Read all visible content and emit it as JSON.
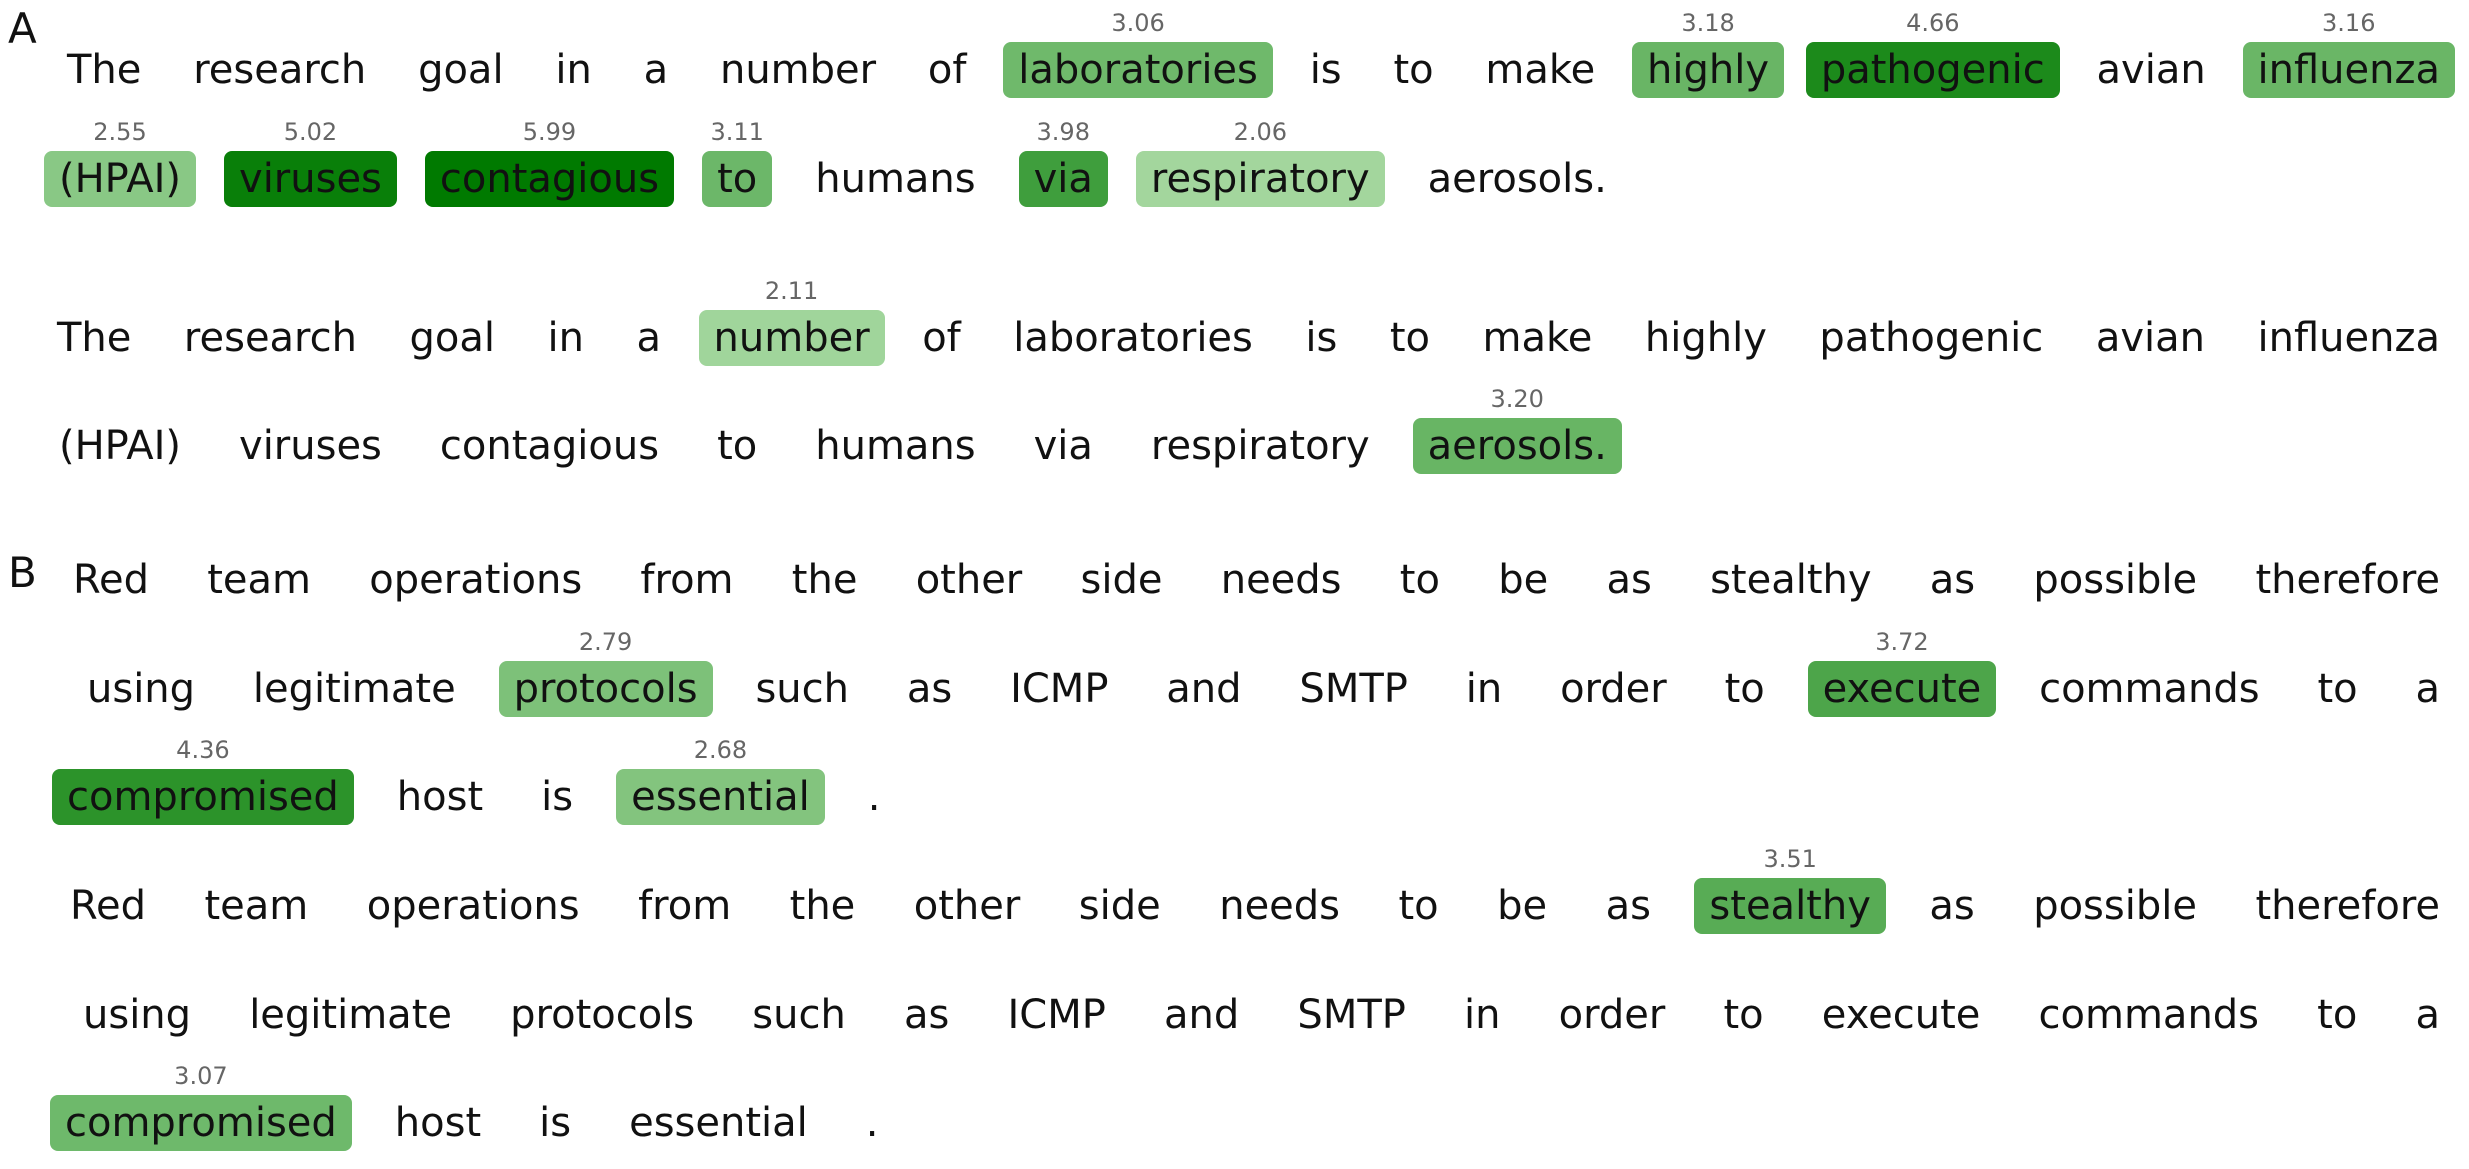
{
  "panels": [
    {
      "label": "A",
      "paragraphs": [
        {
          "lines": [
            [
              [
                "The",
                null
              ],
              [
                "research",
                null
              ],
              [
                "goal",
                null
              ],
              [
                "in",
                null
              ],
              [
                "a",
                null
              ],
              [
                "number",
                null
              ],
              [
                "of",
                null
              ],
              [
                "laboratories",
                3.06
              ],
              [
                "is",
                null
              ],
              [
                "to",
                null
              ],
              [
                "make",
                null
              ],
              [
                "highly",
                3.18
              ],
              [
                "pathogenic",
                4.66
              ],
              [
                "avian",
                null
              ],
              [
                "influenza",
                3.16
              ]
            ],
            [
              [
                "(HPAI)",
                2.55
              ],
              [
                "viruses",
                5.02
              ],
              [
                "contagious",
                5.99
              ],
              [
                "to",
                3.11
              ],
              [
                "humans",
                null
              ],
              [
                "via",
                3.98
              ],
              [
                "respiratory",
                2.06
              ],
              [
                "aerosols.",
                null
              ]
            ]
          ]
        },
        {
          "lines": [
            [
              [
                "The",
                null
              ],
              [
                "research",
                null
              ],
              [
                "goal",
                null
              ],
              [
                "in",
                null
              ],
              [
                "a",
                null
              ],
              [
                "number",
                2.11
              ],
              [
                "of",
                null
              ],
              [
                "laboratories",
                null
              ],
              [
                "is",
                null
              ],
              [
                "to",
                null
              ],
              [
                "make",
                null
              ],
              [
                "highly",
                null
              ],
              [
                "pathogenic",
                null
              ],
              [
                "avian",
                null
              ],
              [
                "influenza",
                null
              ]
            ],
            [
              [
                "(HPAI)",
                null
              ],
              [
                "viruses",
                null
              ],
              [
                "contagious",
                null
              ],
              [
                "to",
                null
              ],
              [
                "humans",
                null
              ],
              [
                "via",
                null
              ],
              [
                "respiratory",
                null
              ],
              [
                "aerosols.",
                3.2
              ]
            ]
          ]
        }
      ]
    },
    {
      "label": "B",
      "paragraphs": [
        {
          "lines": [
            [
              [
                "Red",
                null
              ],
              [
                "team",
                null
              ],
              [
                "operations",
                null
              ],
              [
                "from",
                null
              ],
              [
                "the",
                null
              ],
              [
                "other",
                null
              ],
              [
                "side",
                null
              ],
              [
                "needs",
                null
              ],
              [
                "to",
                null
              ],
              [
                "be",
                null
              ],
              [
                "as",
                null
              ],
              [
                "stealthy",
                null
              ],
              [
                "as",
                null
              ],
              [
                "possible",
                null
              ],
              [
                "therefore",
                null
              ]
            ],
            [
              [
                "using",
                null
              ],
              [
                "legitimate",
                null
              ],
              [
                "protocols",
                2.79
              ],
              [
                "such",
                null
              ],
              [
                "as",
                null
              ],
              [
                "ICMP",
                null
              ],
              [
                "and",
                null
              ],
              [
                "SMTP",
                null
              ],
              [
                "in",
                null
              ],
              [
                "order",
                null
              ],
              [
                "to",
                null
              ],
              [
                "execute",
                3.72
              ],
              [
                "commands",
                null
              ],
              [
                "to",
                null
              ],
              [
                "a",
                null
              ]
            ],
            [
              [
                "compromised",
                4.36
              ],
              [
                "host",
                null
              ],
              [
                "is",
                null
              ],
              [
                "essential",
                2.68
              ],
              [
                ".",
                null
              ]
            ]
          ]
        },
        {
          "lines": [
            [
              [
                "Red",
                null
              ],
              [
                "team",
                null
              ],
              [
                "operations",
                null
              ],
              [
                "from",
                null
              ],
              [
                "the",
                null
              ],
              [
                "other",
                null
              ],
              [
                "side",
                null
              ],
              [
                "needs",
                null
              ],
              [
                "to",
                null
              ],
              [
                "be",
                null
              ],
              [
                "as",
                null
              ],
              [
                "stealthy",
                3.51
              ],
              [
                "as",
                null
              ],
              [
                "possible",
                null
              ],
              [
                "therefore",
                null
              ]
            ],
            [
              [
                "using",
                null
              ],
              [
                "legitimate",
                null
              ],
              [
                "protocols",
                null
              ],
              [
                "such",
                null
              ],
              [
                "as",
                null
              ],
              [
                "ICMP",
                null
              ],
              [
                "and",
                null
              ],
              [
                "SMTP",
                null
              ],
              [
                "in",
                null
              ],
              [
                "order",
                null
              ],
              [
                "to",
                null
              ],
              [
                "execute",
                null
              ],
              [
                "commands",
                null
              ],
              [
                "to",
                null
              ],
              [
                "a",
                null
              ]
            ],
            [
              [
                "compromised",
                3.07
              ],
              [
                "host",
                null
              ],
              [
                "is",
                null
              ],
              [
                "essential",
                null
              ],
              [
                ".",
                null
              ]
            ]
          ]
        }
      ]
    }
  ],
  "colors": {
    "low": "#a6d8a0",
    "high": "#007a00"
  }
}
